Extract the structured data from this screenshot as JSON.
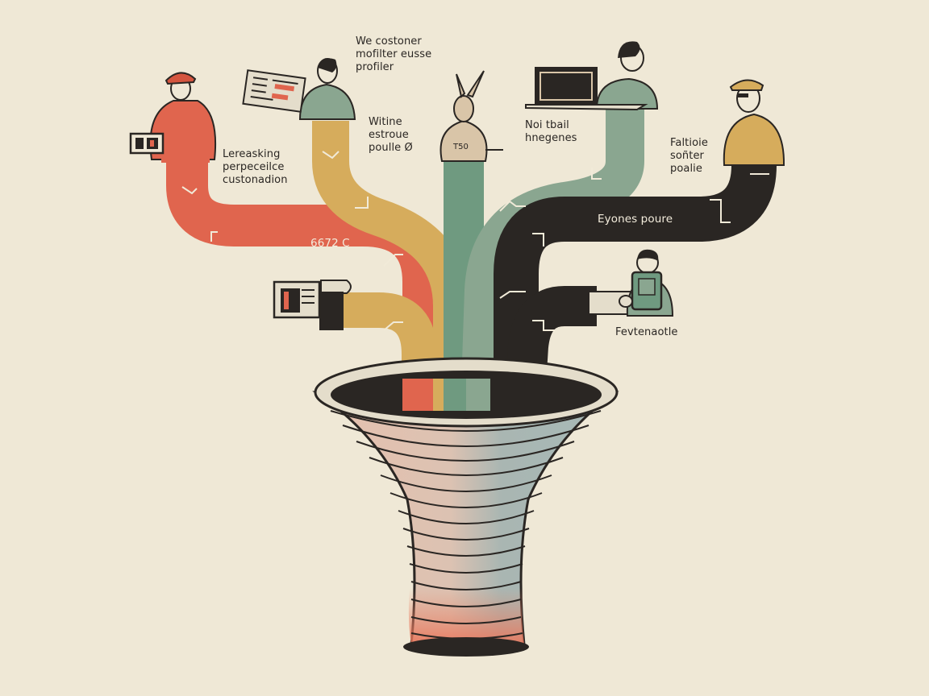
{
  "labels": {
    "top_center": "We costoner\nmofilter eusse\nprofiler",
    "left_person": "Lereasking\nperpeceilce\ncustonadion",
    "mid_left": "Witine\nestroue\npoulle Ø",
    "mid_right": "Noi tbail\nhnegenes",
    "right_person": "Faltioie\nsoñter\npoalie",
    "black_stream": "Eyones poure",
    "red_stream": "6672 C",
    "lower_right": "Fevtenaotle",
    "shirt_mark": "T50"
  },
  "colors": {
    "background": "#efe8d6",
    "coral": "#e0654e",
    "mustard": "#d6ac5c",
    "sage": "#8aa690",
    "green": "#6f9a80",
    "black": "#2a2623",
    "funnel_rim": "#e4ddcb"
  },
  "icons": [
    "document-icon",
    "laptop-icon",
    "camera-icon",
    "monitor-icon",
    "tablet-icon"
  ]
}
